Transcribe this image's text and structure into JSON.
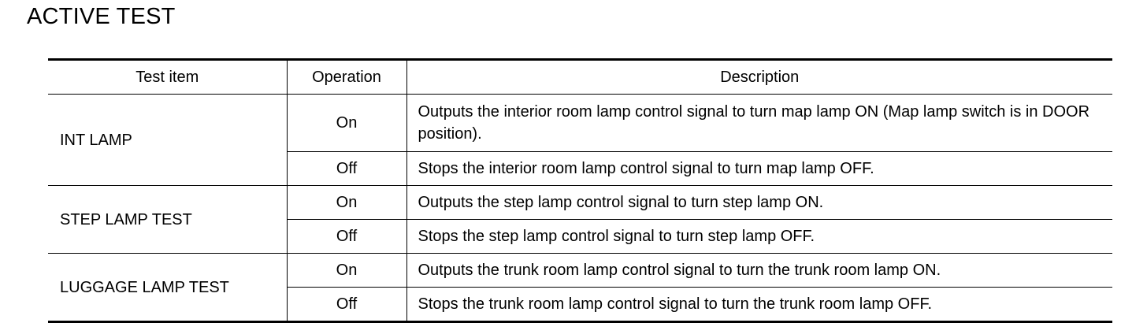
{
  "title": "ACTIVE TEST",
  "table": {
    "headers": {
      "test_item": "Test item",
      "operation": "Operation",
      "description": "Description"
    },
    "groups": [
      {
        "item": "INT LAMP",
        "rows": [
          {
            "operation": "On",
            "description": "Outputs the interior room lamp control signal to turn map lamp ON (Map lamp switch is in DOOR position)."
          },
          {
            "operation": "Off",
            "description": "Stops the interior room lamp control signal to turn map lamp OFF."
          }
        ]
      },
      {
        "item": "STEP LAMP TEST",
        "rows": [
          {
            "operation": "On",
            "description": "Outputs the step lamp control signal to turn step lamp ON."
          },
          {
            "operation": "Off",
            "description": "Stops the step lamp control signal to turn step lamp OFF."
          }
        ]
      },
      {
        "item": "LUGGAGE LAMP TEST",
        "rows": [
          {
            "operation": "On",
            "description": "Outputs the trunk room lamp control signal to turn the trunk room lamp ON."
          },
          {
            "operation": "Off",
            "description": "Stops the trunk room lamp control signal to turn the trunk room lamp OFF."
          }
        ]
      }
    ]
  }
}
